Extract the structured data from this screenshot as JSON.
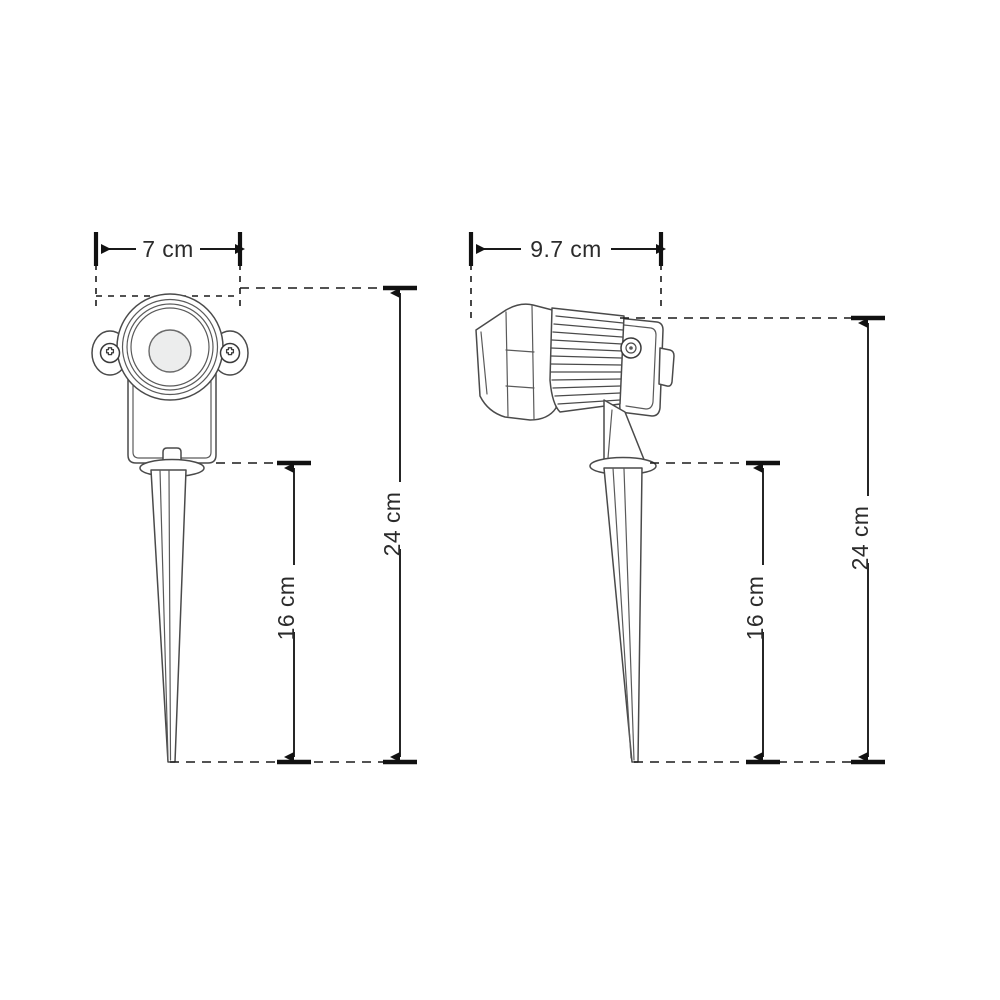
{
  "document": {
    "type": "product-dimension-drawing",
    "subject": "LED garden spike spotlight",
    "background_color": "#ffffff",
    "line_color": "#4a4a4a",
    "text_color": "#2b2b2b"
  },
  "views": {
    "front": {
      "name": "front-view",
      "label": "",
      "width_dimension": {
        "value": "7 cm",
        "orientation": "horizontal",
        "position": "top"
      },
      "height_dimensions": [
        {
          "value": "16 cm",
          "orientation": "vertical",
          "measures": "spike-length"
        },
        {
          "value": "24 cm",
          "orientation": "vertical",
          "measures": "total-height"
        }
      ],
      "parts": [
        "lamp-head",
        "lens",
        "mounting-screw-left",
        "mounting-screw-right",
        "body",
        "collar",
        "ground-spike"
      ]
    },
    "side": {
      "name": "side-view",
      "label": "",
      "width_dimension": {
        "value": "9.7 cm",
        "orientation": "horizontal",
        "position": "top"
      },
      "height_dimensions": [
        {
          "value": "16 cm",
          "orientation": "vertical",
          "measures": "spike-length"
        },
        {
          "value": "24 cm",
          "orientation": "vertical",
          "measures": "total-height"
        }
      ],
      "parts": [
        "glare-shield-hood",
        "heat-sink-fins",
        "pivot-screw",
        "rear-bracket",
        "cable-tab",
        "stem",
        "collar",
        "ground-spike"
      ]
    }
  },
  "dimensions": {
    "front_width": "7 cm",
    "side_width": "9.7 cm",
    "spike_length_left": "16 cm",
    "total_height_left": "24 cm",
    "spike_length_right": "16 cm",
    "total_height_right": "24 cm"
  },
  "units": "cm"
}
